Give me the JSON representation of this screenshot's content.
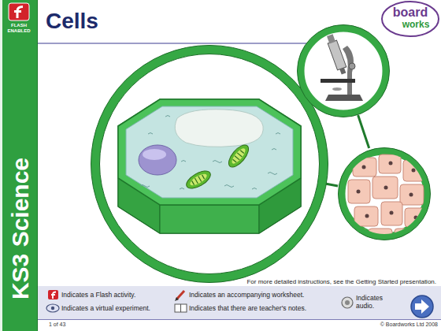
{
  "diagram": {
    "title": "Cells",
    "labels": [
      "FLASH ENABLED",
      "KS3 Science",
      "board",
      "works",
      "For more detailed instructions, see the Getting Started presentation.",
      "1 of 43",
      "© Boardworks Ltd 2008"
    ],
    "legend": [
      {
        "text": "Indicates a Flash activity."
      },
      {
        "text": "Indicates a virtual experiment."
      },
      {
        "text": "Indicates an accompanying worksheet."
      },
      {
        "text": "Indicates that there are teacher's notes."
      },
      {
        "text": "Indicates audio."
      }
    ]
  }
}
